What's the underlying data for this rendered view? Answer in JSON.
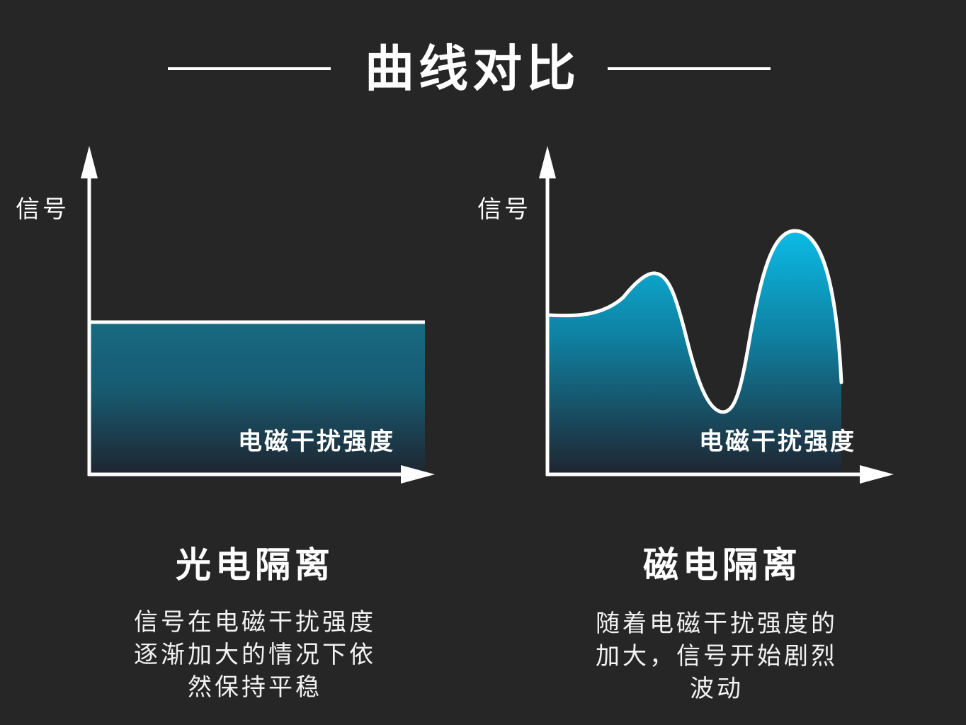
{
  "header": {
    "title": "曲线对比"
  },
  "colors": {
    "background": "#262626",
    "axis": "#ffffff",
    "fill_top_left": "#176a82",
    "fill_top_right": "#0bb8e4",
    "fill_bottom": "#1f2530"
  },
  "panels": [
    {
      "title": "光电隔离",
      "y_axis_label": "信号",
      "x_axis_label": "电磁干扰强度",
      "description_lines": [
        "信号在电磁干扰强度",
        "逐渐加大的情况下依",
        "然保持平稳"
      ]
    },
    {
      "title": "磁电隔离",
      "y_axis_label": "信号",
      "x_axis_label": "电磁干扰强度",
      "description_lines": [
        "随着电磁干扰强度的",
        "加大，信号开始剧烈",
        "波动"
      ]
    }
  ],
  "chart_data": [
    {
      "type": "area",
      "title": "光电隔离",
      "xlabel": "电磁干扰强度",
      "ylabel": "信号",
      "x": [
        0,
        1,
        2,
        3,
        4,
        5,
        6,
        7,
        8,
        9,
        10
      ],
      "values": [
        46,
        46,
        46,
        46,
        46,
        46,
        46,
        46,
        46,
        46,
        46
      ],
      "ylim": [
        0,
        100
      ],
      "grid": false,
      "note": "signal stays flat as interference increases"
    },
    {
      "type": "area",
      "title": "磁电隔离",
      "xlabel": "电磁干扰强度",
      "ylabel": "信号",
      "x": [
        0,
        1,
        2,
        3,
        4,
        5,
        6,
        7,
        8,
        9,
        10
      ],
      "values": [
        48,
        48,
        50,
        59,
        52,
        25,
        18,
        52,
        74,
        68,
        28
      ],
      "ylim": [
        0,
        100
      ],
      "grid": false,
      "note": "signal fluctuates strongly as interference increases"
    }
  ]
}
